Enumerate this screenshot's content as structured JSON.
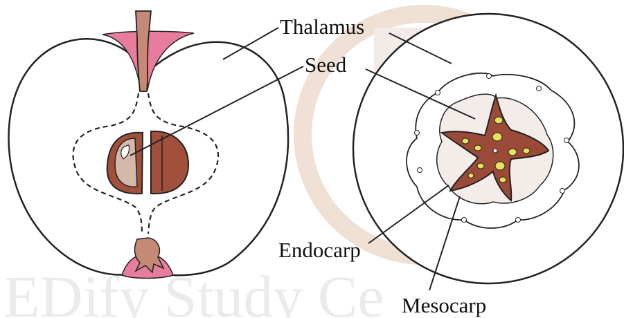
{
  "labels": {
    "thalamus": "Thalamus",
    "seed": "Seed",
    "endocarp": "Endocarp",
    "mesocarp": "Mesocarp"
  },
  "watermark": {
    "text": "EDify Study Ce"
  },
  "colors": {
    "outline": "#222222",
    "seed_fill": "#9c4a38",
    "seed_light": "#d2b7aa",
    "stalk_fill": "#c08a78",
    "pink": "#e06a8c",
    "ovule_yellow": "#e6e05a",
    "watermark": "#dcdcdc"
  }
}
